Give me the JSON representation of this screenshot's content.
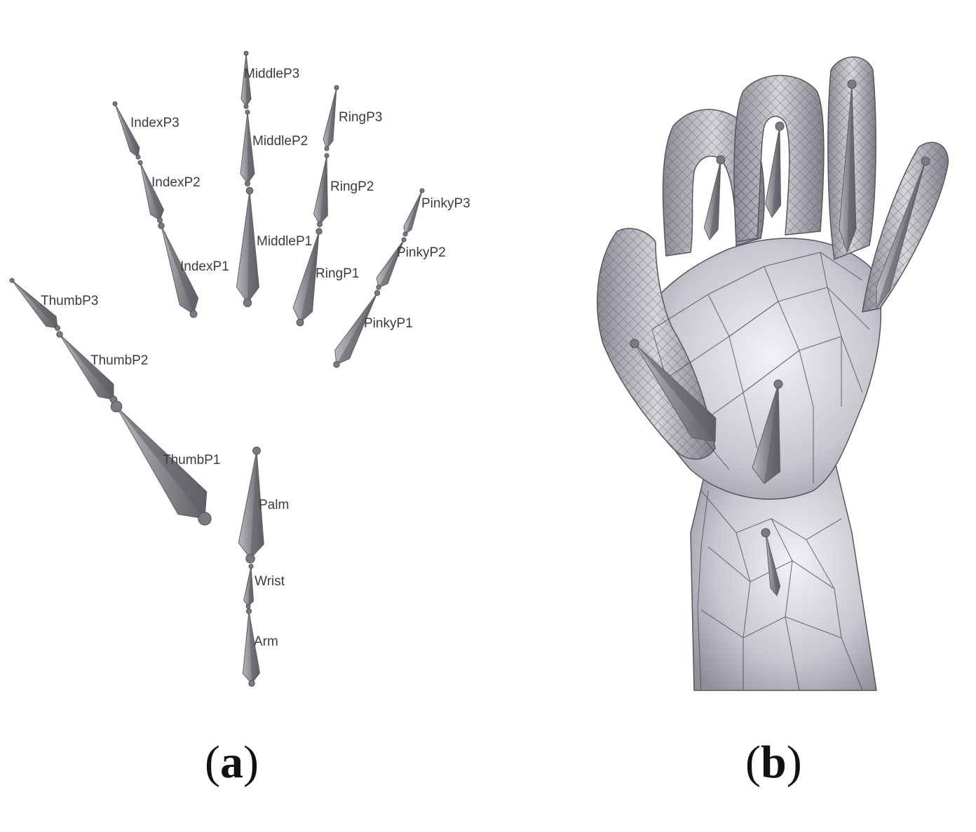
{
  "panel_a": {
    "label_open": "(",
    "label_letter": "a",
    "label_close": ")",
    "bones": [
      {
        "key": "MiddleP3",
        "label": "MiddleP3"
      },
      {
        "key": "MiddleP2",
        "label": "MiddleP2"
      },
      {
        "key": "MiddleP1",
        "label": "MiddleP1"
      },
      {
        "key": "IndexP3",
        "label": "IndexP3"
      },
      {
        "key": "IndexP2",
        "label": "IndexP2"
      },
      {
        "key": "IndexP1",
        "label": "IndexP1"
      },
      {
        "key": "RingP3",
        "label": "RingP3"
      },
      {
        "key": "RingP2",
        "label": "RingP2"
      },
      {
        "key": "RingP1",
        "label": "RingP1"
      },
      {
        "key": "PinkyP3",
        "label": "PinkyP3"
      },
      {
        "key": "PinkyP2",
        "label": "PinkyP2"
      },
      {
        "key": "PinkyP1",
        "label": "PinkyP1"
      },
      {
        "key": "ThumbP3",
        "label": "ThumbP3"
      },
      {
        "key": "ThumbP2",
        "label": "ThumbP2"
      },
      {
        "key": "ThumbP1",
        "label": "ThumbP1"
      },
      {
        "key": "Palm",
        "label": "Palm"
      },
      {
        "key": "Wrist",
        "label": "Wrist"
      },
      {
        "key": "Arm",
        "label": "Arm"
      }
    ]
  },
  "panel_b": {
    "label_open": "(",
    "label_letter": "b",
    "label_close": ")"
  },
  "colors": {
    "bone_fill": "#8d8d93",
    "bone_shadow": "#5f5f66",
    "mesh_fill": "#c9cad0",
    "mesh_line": "#4a4a52"
  }
}
